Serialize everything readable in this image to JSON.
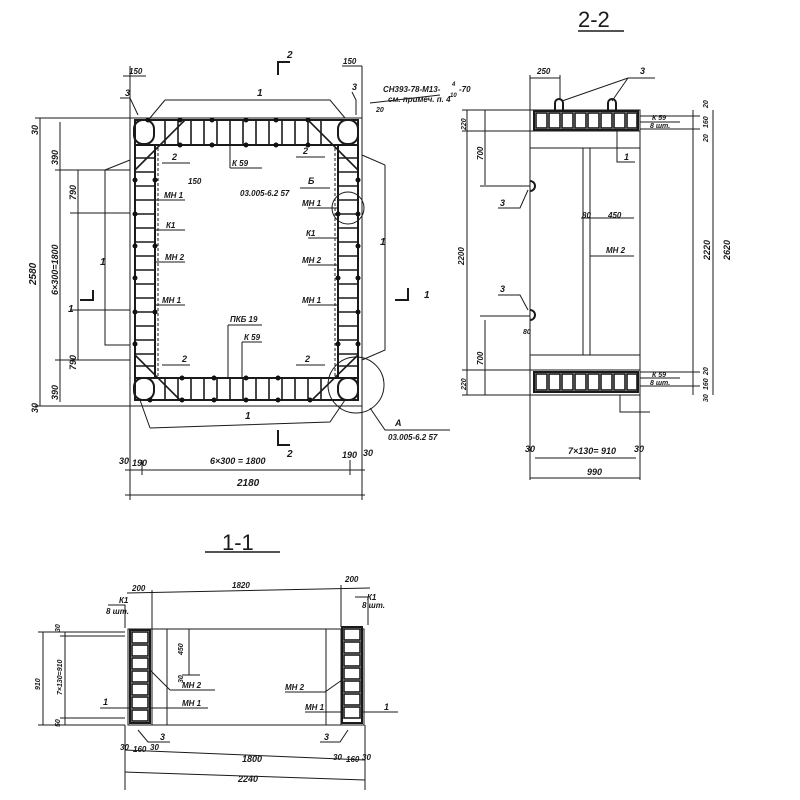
{
  "plan_view": {
    "section_mark_top": "2",
    "section_mark_bottom": "2",
    "section_mark_left": "1",
    "section_mark_right": "1",
    "labels": {
      "pos1_top": "1",
      "pos1_bottom": "1",
      "pos1_left": "1",
      "pos1_right": "1",
      "pos2_tl": "2",
      "pos2_tr": "2",
      "pos2_bl": "2",
      "pos2_br": "2",
      "pos3_left": "3",
      "pos3_right": "3",
      "pos3_right_small": "3",
      "k59_top": "К 59",
      "k59_bottom": "К 59",
      "mn1_left_a": "МН 1",
      "k1_left": "К1",
      "mn2_left": "МН 2",
      "mn1_left_b": "МН 1",
      "mn1_right_a": "МН 1",
      "k1_right": "К1",
      "mn2_right": "МН 2",
      "mn1_right_b": "МН 1",
      "pkb19": "ПКБ 19",
      "spec_line1": "СН393-78-М13-",
      "spec_frac_num": "4",
      "spec_frac_den": "10",
      "spec_suffix": "-70",
      "spec_line2": "см. примеч. п. 4",
      "callout_b_letter": "Б",
      "callout_b_ref": "03.005-6.2  57",
      "callout_a_letter": "А",
      "callout_a_ref": "03.005-6.2  57"
    },
    "dims": {
      "top_left_150": "150",
      "top_right_150": "150",
      "inner_150": "150",
      "left_30_top": "30",
      "left_390_top": "390",
      "left_790_top": "790",
      "left_total": "2580",
      "left_mid": "6×300=1800",
      "left_790_bot": "790",
      "left_390_bot": "390",
      "left_30_bot": "30",
      "bot_30_l": "30",
      "bot_190_l": "190",
      "bot_mid": "6×300 = 1800",
      "bot_190_r": "190",
      "bot_30_r": "30",
      "bot_total": "2180",
      "small_20": "20"
    }
  },
  "section_2_2": {
    "title": "2-2",
    "labels": {
      "pos3_top": "3",
      "pos3_mid": "3",
      "pos3_low": "3",
      "pos1": "1",
      "mn2": "МН 2",
      "k59_top": "К 59",
      "qty_top": "8 шт.",
      "k59_bot": "К 59",
      "qty_bot": "8 шт."
    },
    "dims": {
      "top_250": "250",
      "left_220_top": "220",
      "left_700_top": "700",
      "left_2200": "2200",
      "left_700_bot": "700",
      "left_220_bot": "220",
      "d80_mid": "80",
      "d450": "450",
      "d80_low": "80",
      "right_20a": "20",
      "right_160a": "160",
      "right_20b": "20",
      "right_2220": "2220",
      "right_2620": "2620",
      "right_20c": "20",
      "right_160b": "160",
      "right_30": "30",
      "bot_30_l": "30",
      "bot_mid": "7×130= 910",
      "bot_30_r": "30",
      "bot_total": "990",
      "small_20": "20"
    }
  },
  "section_1_1": {
    "title": "1-1",
    "labels": {
      "k1_left": "К1",
      "qty_left": "8 шт.",
      "k1_right": "К1",
      "qty_right": "8 шт.",
      "mn2_left": "МН 2",
      "mn1_left": "МН 1",
      "mn2_right": "МН 2",
      "mn1_right": "МН 1",
      "pos1_left": "1",
      "pos1_right": "1",
      "pos3_left": "3",
      "pos3_right": "3"
    },
    "dims": {
      "top_200_l": "200",
      "top_1820": "1820",
      "top_200_r": "200",
      "left_30": "30",
      "left_910": "910",
      "left_mid": "7×130=910",
      "left_50": "50",
      "d450": "450",
      "d30": "30",
      "bot_30_a": "30",
      "bot_160_a": "160",
      "bot_30_b": "30",
      "bot_1800": "1800",
      "bot_30_c": "30",
      "bot_160_b": "160",
      "bot_30_d": "30",
      "bot_total": "2240"
    }
  }
}
